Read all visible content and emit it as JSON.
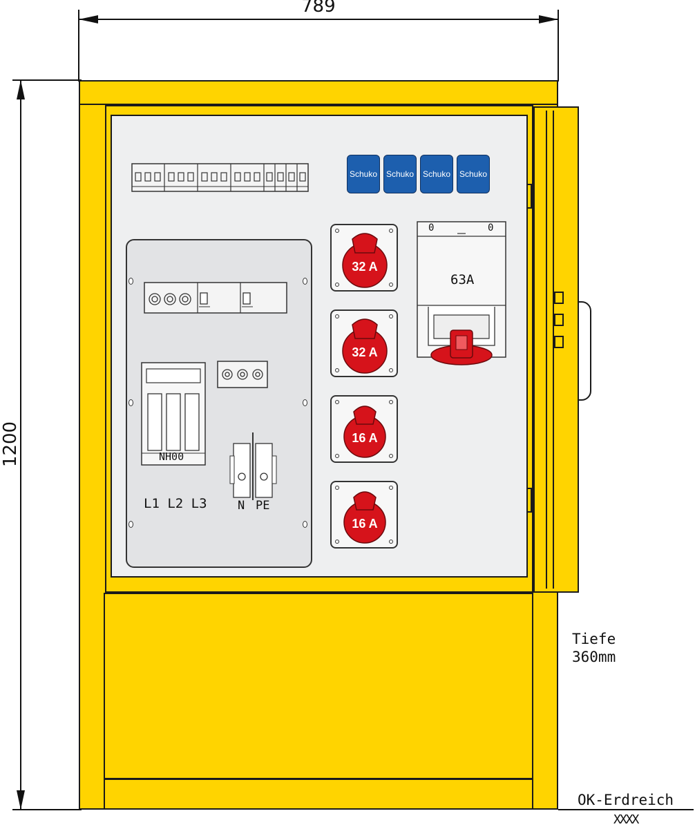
{
  "dimensions": {
    "width_label": "789",
    "height_label": "1200",
    "depth_label_line1": "Tiefe",
    "depth_label_line2": "360mm",
    "ground_label": "OK-Erdreich",
    "ground_hatch": "XXXX"
  },
  "schuko_sockets": [
    "Schuko",
    "Schuko",
    "Schuko",
    "Schuko"
  ],
  "cee_sockets": [
    "32 A",
    "32 A",
    "16 A",
    "16 A"
  ],
  "cee_large": {
    "label": "63A",
    "switch_left": "0",
    "switch_right": "0"
  },
  "fuse_block": {
    "label": "NH00",
    "phases": "L1 L2 L3"
  },
  "terminals": {
    "n_label": "N",
    "pe_label": "PE"
  },
  "colors": {
    "housing": "#FFD400",
    "schuko": "#1d5fae",
    "cee_red": "#d6131b",
    "panel": "#eeeff0"
  }
}
